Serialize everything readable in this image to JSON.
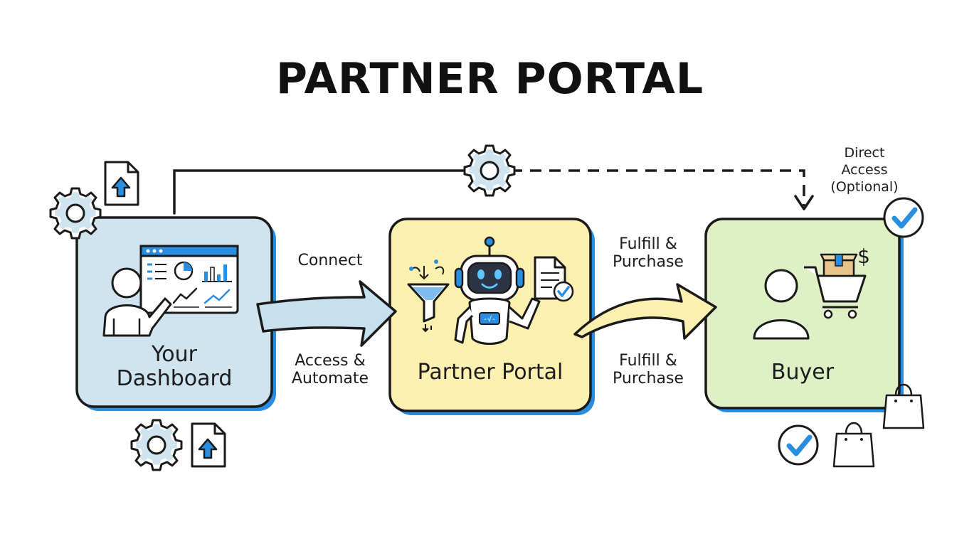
{
  "title": "PARTNER PORTAL",
  "nodes": {
    "dashboard": {
      "label_line1": "Your",
      "label_line2": "Dashboard",
      "fill": "#cfe4ef"
    },
    "partner_portal": {
      "label": "Partner Portal",
      "fill": "#fbf0b0"
    },
    "buyer": {
      "label": "Buyer",
      "fill": "#dff0c6"
    }
  },
  "edges": {
    "connect": "Connect",
    "access_automate_line1": "Access &",
    "access_automate_line2": "Automate",
    "fulfill_top_line1": "Fulfill &",
    "fulfill_top_line2": "Purchase",
    "fulfill_bottom_line1": "Fulfill &",
    "fulfill_bottom_line2": "Purchase",
    "direct_line1": "Direct",
    "direct_line2": "Access",
    "direct_line3": "(Optional)"
  },
  "chart_icons": {
    "dollar_sign": "$",
    "robot_screen": "-√-"
  },
  "colors": {
    "outline": "#1a1a1a",
    "accent_blue": "#2a8ee0",
    "arrow_blue": "#c6e0ee",
    "arrow_yellow": "#fbf0b0"
  },
  "icons": [
    "document-upload-icon",
    "gear-icon",
    "dashboard-screen-icon",
    "person-icon",
    "funnel-icon",
    "robot-icon",
    "checked-document-icon",
    "shopping-cart-icon",
    "package-icon",
    "shopping-bag-icon",
    "checkmark-circle-icon"
  ]
}
